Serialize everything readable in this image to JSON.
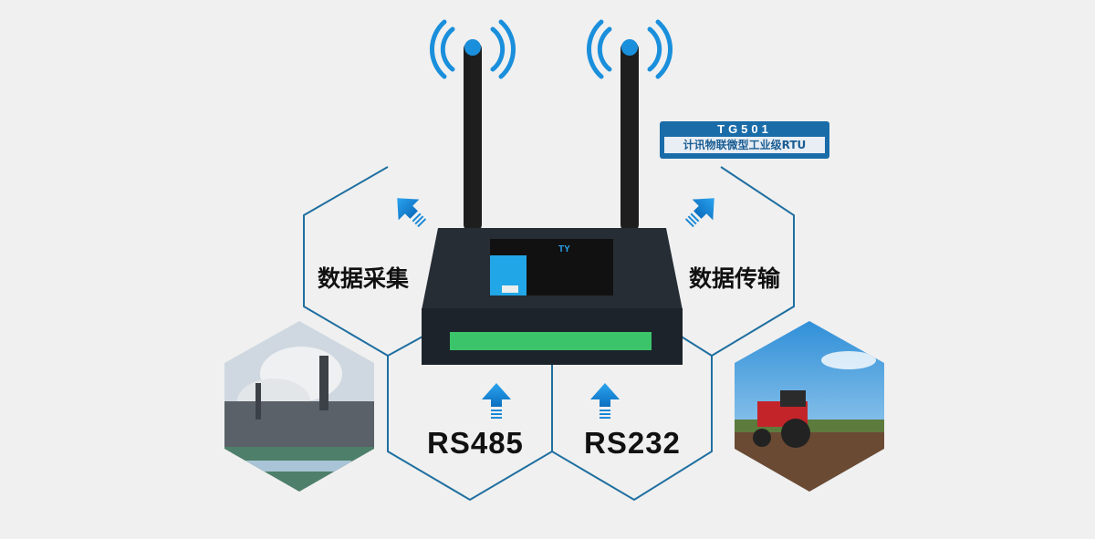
{
  "badge": {
    "model": "TG501",
    "subtitle": "计讯物联微型工业级RTU"
  },
  "labels": {
    "collect": "数据采集",
    "transmit": "数据传输",
    "rs485": "RS485",
    "rs232": "RS232"
  },
  "colors": {
    "line": "#1f6fa0",
    "arrow": "#1a8fdc",
    "badge": "#1a6ca9",
    "device": "#1c232b",
    "terminal": "#3cc46a"
  }
}
